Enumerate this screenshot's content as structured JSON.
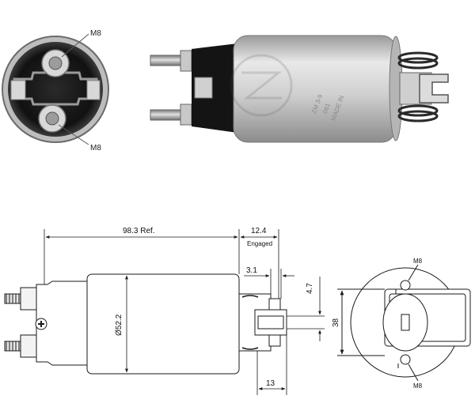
{
  "photo": {
    "end_view": {
      "top_stud_label": "M8",
      "bottom_stud_label": "M8"
    },
    "side_view": {
      "housing_text_line1": "ZM 3-9",
      "housing_text_line2": "061",
      "housing_text_line3": "MADE IN"
    }
  },
  "drawing": {
    "overall_length": "98.3 Ref.",
    "engaged_travel": "12.4",
    "engaged_note": "Engaged",
    "plunger_offset": "3.1",
    "slot_width": "4.7",
    "body_diameter": "Ø52.2",
    "plunger_length": "13",
    "end_height": "38",
    "end_top_stud": "M8",
    "end_bottom_stud": "M8"
  },
  "colors": {
    "line": "#1a1a1a",
    "housing": "#c9c9c9",
    "cap": "#161616",
    "accent": "#7d7d7d"
  }
}
